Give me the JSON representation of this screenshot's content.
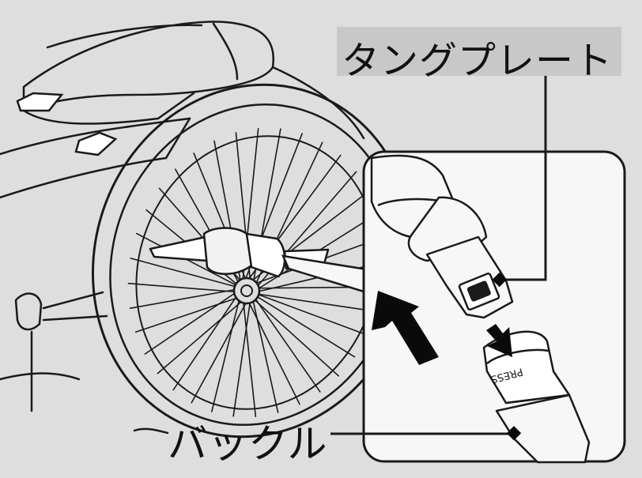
{
  "labels": {
    "tongue_plate": "タングプレート",
    "buckle": "バックル",
    "press_text": "PRESS"
  },
  "colors": {
    "background": "#dedede",
    "label_box": "#c8c8c8",
    "inset_background": "#f7f7f7",
    "line": "#1a1a1a"
  },
  "icons": [
    "insertion-arrow-icon",
    "press-arrow-icon",
    "leader-point-icon"
  ]
}
